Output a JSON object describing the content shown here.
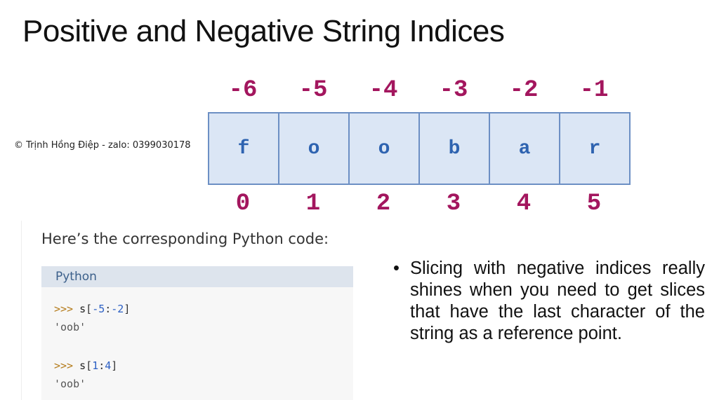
{
  "title": "Positive and Negative String Indices",
  "copyright": "© Trịnh Hồng Điệp - zalo: 0399030178",
  "negative_indices": [
    "-6",
    "-5",
    "-4",
    "-3",
    "-2",
    "-1"
  ],
  "characters": [
    "f",
    "o",
    "o",
    "b",
    "a",
    "r"
  ],
  "positive_indices": [
    "0",
    "1",
    "2",
    "3",
    "4",
    "5"
  ],
  "code_panel": {
    "intro": "Here’s the corresponding Python code:",
    "language": "Python",
    "lines": [
      {
        "prompt": ">>>",
        "ident": "s",
        "open": "[",
        "start": "-5",
        "sep": ":",
        "end": "-2",
        "close": "]"
      },
      {
        "output": "'oob'"
      },
      {
        "prompt": ">>>",
        "ident": "s",
        "open": "[",
        "start": "1",
        "sep": ":",
        "end": "4",
        "close": "]"
      },
      {
        "output": "'oob'"
      }
    ]
  },
  "bullet": {
    "dot": "•",
    "text": "Slicing with negative indices really shines when you need to get slices that have the last character of the string as a reference point."
  }
}
